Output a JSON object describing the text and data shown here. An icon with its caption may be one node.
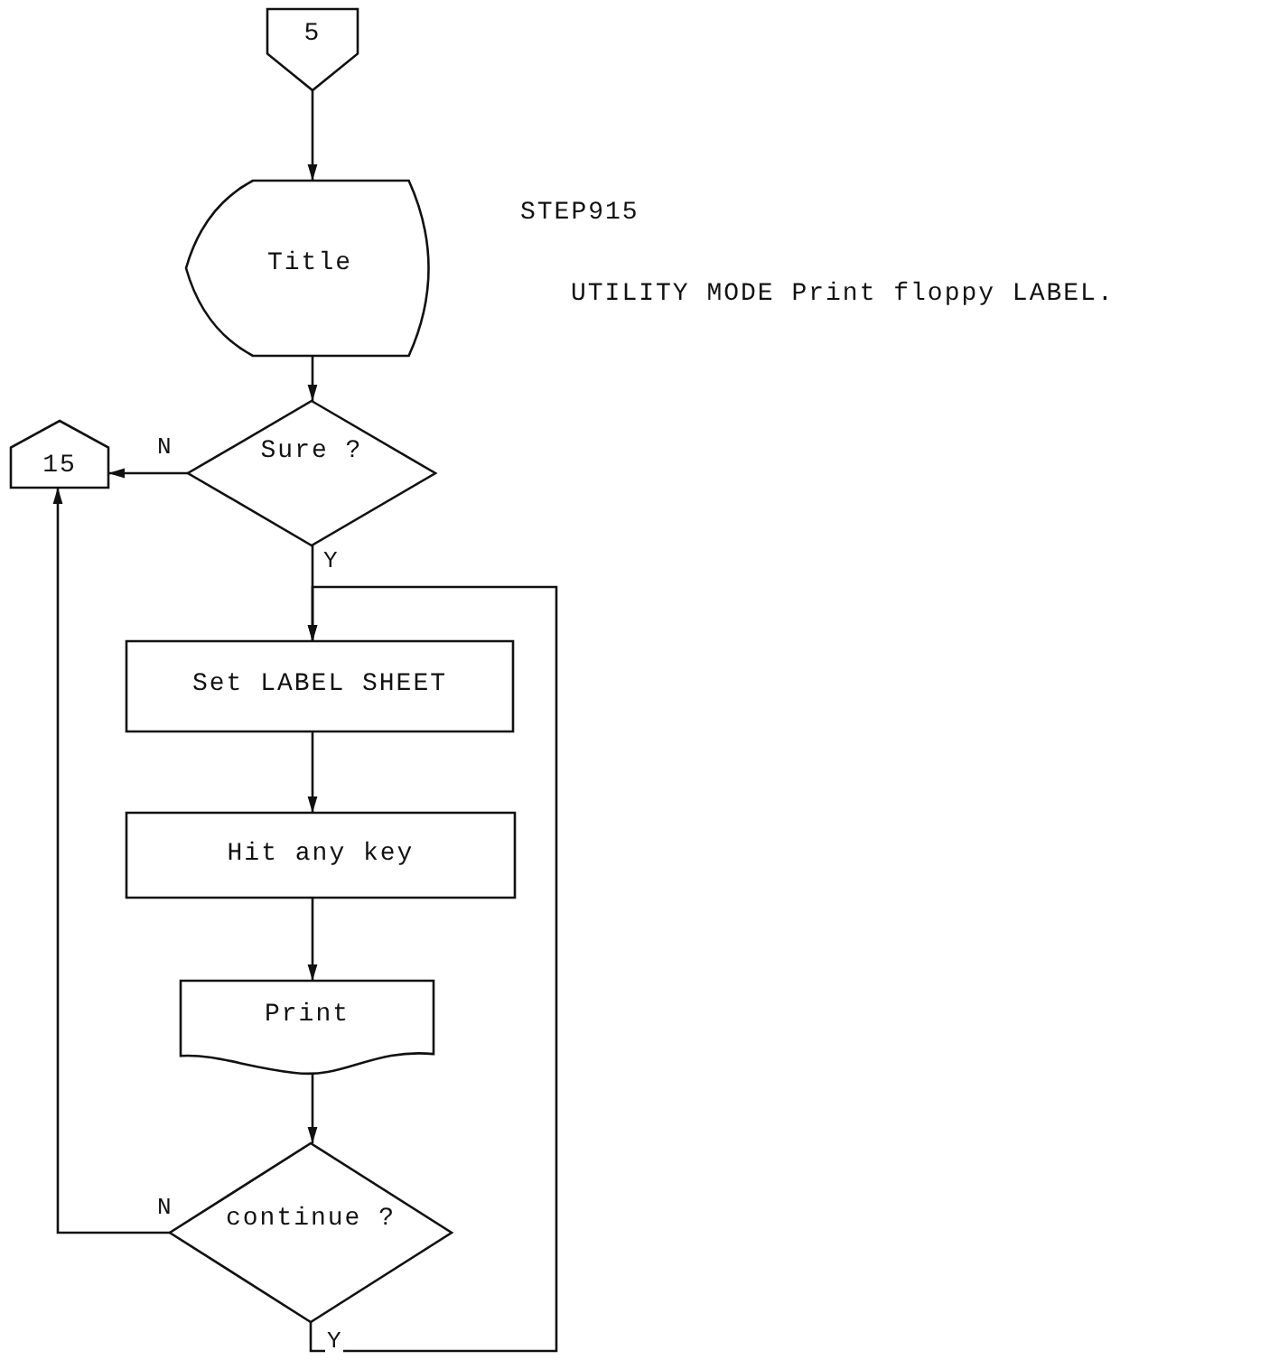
{
  "diagram": {
    "nodes": [
      {
        "text": [
          "5"
        ]
      },
      {
        "text": [
          "Title"
        ]
      },
      {
        "text": [
          "Sure ?"
        ]
      },
      {
        "text": [
          "15"
        ]
      },
      {
        "text": [
          "Set LABEL SHEET"
        ]
      },
      {
        "text": [
          "Hit any key"
        ]
      },
      {
        "text": [
          "Print"
        ]
      },
      {
        "text": [
          "continue ?"
        ]
      }
    ],
    "edges": [
      {
        "from": 0,
        "to": 1,
        "arrow": "to"
      },
      {
        "from": 1,
        "to": 2,
        "arrow": "to"
      },
      {
        "from": 2,
        "to": 3,
        "arrow": "to",
        "label": "N"
      },
      {
        "from": 2,
        "to": 4,
        "arrow": "to",
        "label": "Y"
      },
      {
        "from": 4,
        "to": 5,
        "arrow": "to"
      },
      {
        "from": 5,
        "to": 6,
        "arrow": "to"
      },
      {
        "from": 6,
        "to": 7,
        "arrow": "to"
      },
      {
        "from": 7,
        "to": 3,
        "arrow": "to",
        "label": "N"
      },
      {
        "from": 7,
        "to": 4,
        "arrow": "to",
        "label": "Y"
      }
    ],
    "labels": [
      "STEP915",
      "UTILITY MODE Print floppy LABEL."
    ]
  }
}
